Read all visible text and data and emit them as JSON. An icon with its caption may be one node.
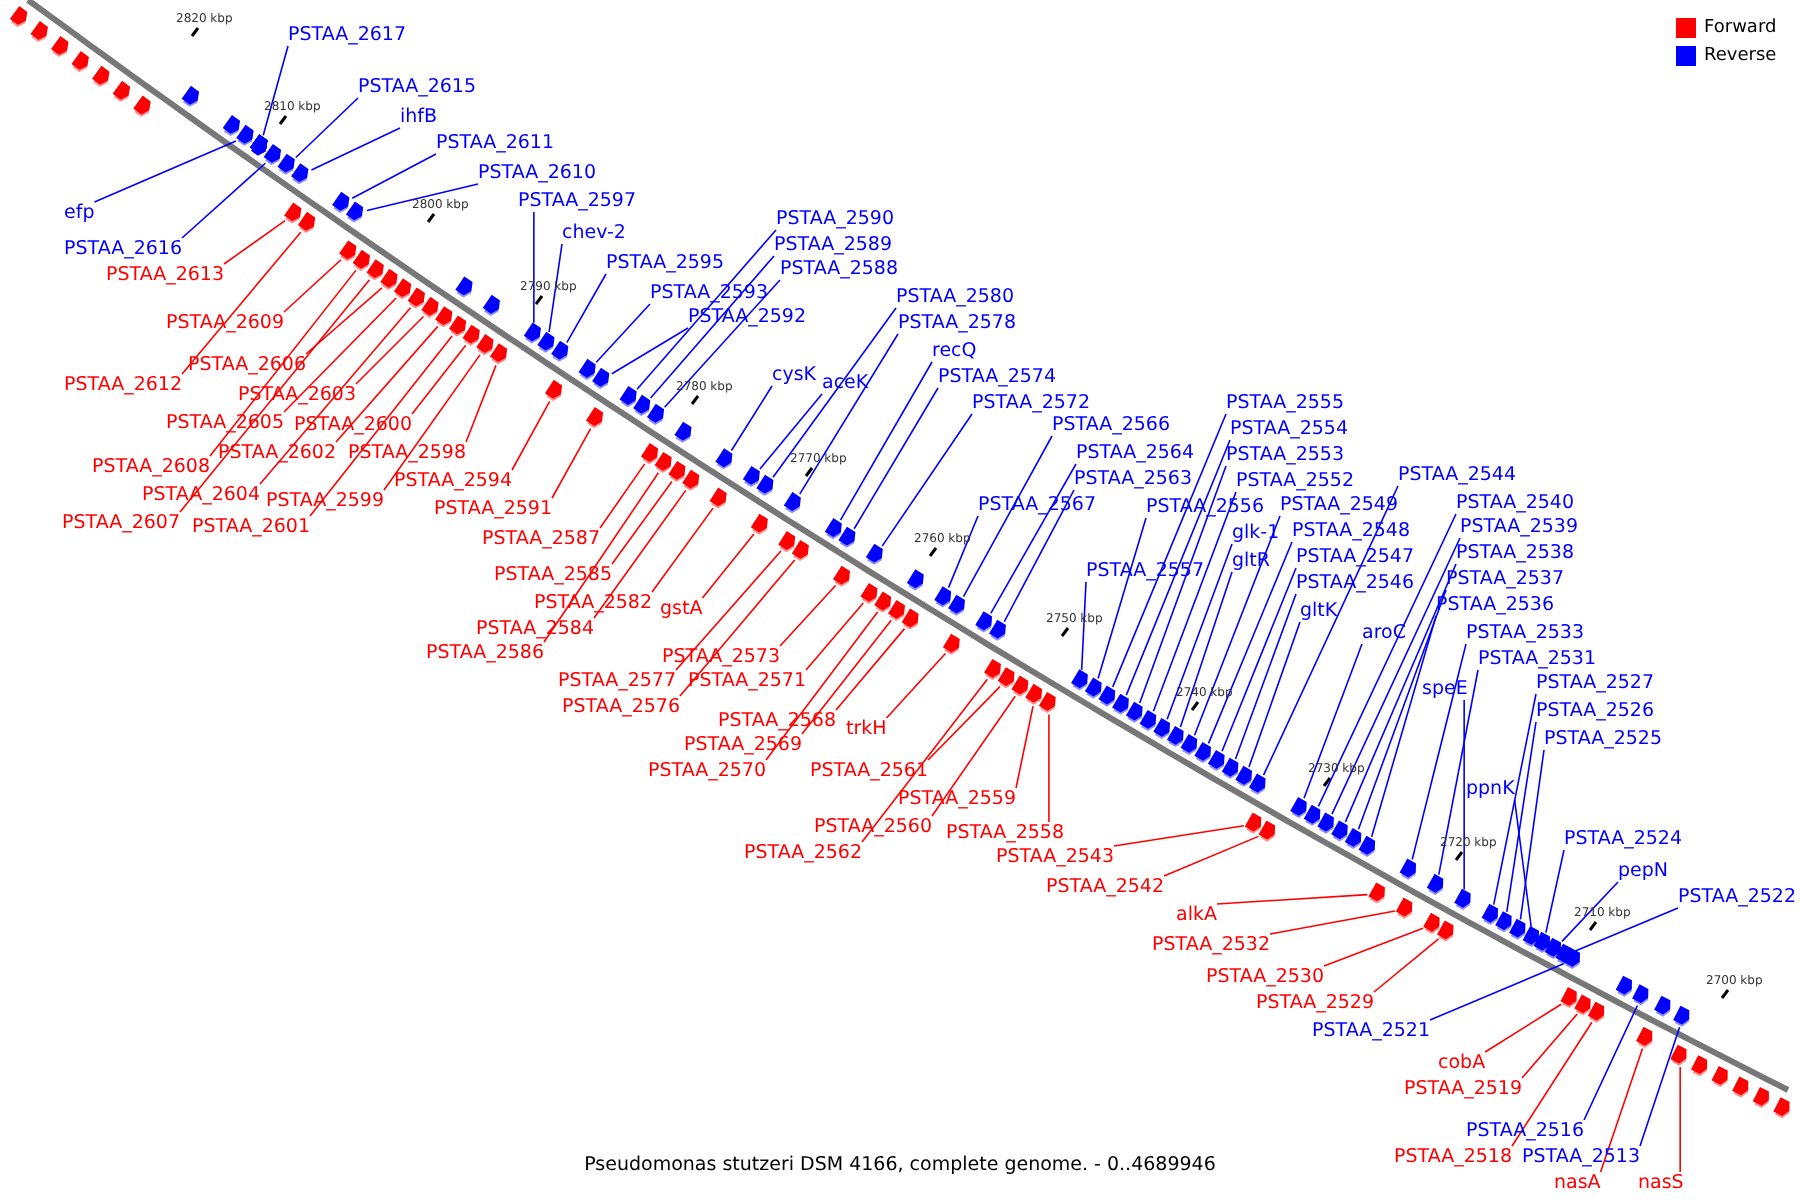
{
  "diagram": {
    "caption": "Pseudomonas stutzeri DSM 4166, complete genome. - 0..4689946",
    "nodes": [
      {
        "text": [
          "PSTAA_2617"
        ]
      },
      {
        "text": [
          "PSTAA_2615"
        ]
      },
      {
        "text": [
          "ihfB"
        ]
      },
      {
        "text": [
          "PSTAA_2611"
        ]
      },
      {
        "text": [
          "PSTAA_2610"
        ]
      },
      {
        "text": [
          "efp"
        ]
      },
      {
        "text": [
          "PSTAA_2616"
        ]
      },
      {
        "text": [
          "PSTAA_2597"
        ]
      },
      {
        "text": [
          "chev-2"
        ]
      },
      {
        "text": [
          "PSTAA_2595"
        ]
      },
      {
        "text": [
          "PSTAA_2590"
        ]
      },
      {
        "text": [
          "PSTAA_2589"
        ]
      },
      {
        "text": [
          "PSTAA_2588"
        ]
      },
      {
        "text": [
          "PSTAA_2593"
        ]
      },
      {
        "text": [
          "PSTAA_2592"
        ]
      },
      {
        "text": [
          "PSTAA_2580"
        ]
      },
      {
        "text": [
          "PSTAA_2578"
        ]
      },
      {
        "text": [
          "cysK"
        ]
      },
      {
        "text": [
          "aceK"
        ]
      },
      {
        "text": [
          "recQ"
        ]
      },
      {
        "text": [
          "PSTAA_2574"
        ]
      },
      {
        "text": [
          "PSTAA_2572"
        ]
      },
      {
        "text": [
          "PSTAA_2566"
        ]
      },
      {
        "text": [
          "PSTAA_2564"
        ]
      },
      {
        "text": [
          "PSTAA_2563"
        ]
      },
      {
        "text": [
          "PSTAA_2567"
        ]
      },
      {
        "text": [
          "PSTAA_2555"
        ]
      },
      {
        "text": [
          "PSTAA_2554"
        ]
      },
      {
        "text": [
          "PSTAA_2553"
        ]
      },
      {
        "text": [
          "PSTAA_2552"
        ]
      },
      {
        "text": [
          "PSTAA_2556"
        ]
      },
      {
        "text": [
          "PSTAA_2557"
        ]
      },
      {
        "text": [
          "glk-1"
        ]
      },
      {
        "text": [
          "gltR"
        ]
      },
      {
        "text": [
          "PSTAA_2549"
        ]
      },
      {
        "text": [
          "PSTAA_2548"
        ]
      },
      {
        "text": [
          "PSTAA_2547"
        ]
      },
      {
        "text": [
          "PSTAA_2546"
        ]
      },
      {
        "text": [
          "gltK"
        ]
      },
      {
        "text": [
          "PSTAA_2544"
        ]
      },
      {
        "text": [
          "aroC"
        ]
      },
      {
        "text": [
          "PSTAA_2540"
        ]
      },
      {
        "text": [
          "PSTAA_2539"
        ]
      },
      {
        "text": [
          "PSTAA_2538"
        ]
      },
      {
        "text": [
          "PSTAA_2537"
        ]
      },
      {
        "text": [
          "PSTAA_2536"
        ]
      },
      {
        "text": [
          "PSTAA_2533"
        ]
      },
      {
        "text": [
          "PSTAA_2531"
        ]
      },
      {
        "text": [
          "speE"
        ]
      },
      {
        "text": [
          "PSTAA_2527"
        ]
      },
      {
        "text": [
          "PSTAA_2526"
        ]
      },
      {
        "text": [
          "PSTAA_2525"
        ]
      },
      {
        "text": [
          "ppnK"
        ]
      },
      {
        "text": [
          "PSTAA_2524"
        ]
      },
      {
        "text": [
          "pepN"
        ]
      },
      {
        "text": [
          "PSTAA_2522"
        ]
      },
      {
        "text": [
          "PSTAA_2613"
        ]
      },
      {
        "text": [
          "PSTAA_2609"
        ]
      },
      {
        "text": [
          "PSTAA_2606"
        ]
      },
      {
        "text": [
          "PSTAA_2612"
        ]
      },
      {
        "text": [
          "PSTAA_2603"
        ]
      },
      {
        "text": [
          "PSTAA_2605"
        ]
      },
      {
        "text": [
          "PSTAA_2600"
        ]
      },
      {
        "text": [
          "PSTAA_2602"
        ]
      },
      {
        "text": [
          "PSTAA_2598"
        ]
      },
      {
        "text": [
          "PSTAA_2608"
        ]
      },
      {
        "text": [
          "PSTAA_2594"
        ]
      },
      {
        "text": [
          "PSTAA_2604"
        ]
      },
      {
        "text": [
          "PSTAA_2599"
        ]
      },
      {
        "text": [
          "PSTAA_2591"
        ]
      },
      {
        "text": [
          "PSTAA_2607"
        ]
      },
      {
        "text": [
          "PSTAA_2601"
        ]
      },
      {
        "text": [
          "PSTAA_2587"
        ]
      },
      {
        "text": [
          "PSTAA_2585"
        ]
      },
      {
        "text": [
          "PSTAA_2582"
        ]
      },
      {
        "text": [
          "gstA"
        ]
      },
      {
        "text": [
          "PSTAA_2584"
        ]
      },
      {
        "text": [
          "PSTAA_2586"
        ]
      },
      {
        "text": [
          "PSTAA_2573"
        ]
      },
      {
        "text": [
          "PSTAA_2577"
        ]
      },
      {
        "text": [
          "PSTAA_2571"
        ]
      },
      {
        "text": [
          "PSTAA_2576"
        ]
      },
      {
        "text": [
          "PSTAA_2568"
        ]
      },
      {
        "text": [
          "trkH"
        ]
      },
      {
        "text": [
          "PSTAA_2569"
        ]
      },
      {
        "text": [
          "PSTAA_2570"
        ]
      },
      {
        "text": [
          "PSTAA_2561"
        ]
      },
      {
        "text": [
          "PSTAA_2559"
        ]
      },
      {
        "text": [
          "PSTAA_2560"
        ]
      },
      {
        "text": [
          "PSTAA_2558"
        ]
      },
      {
        "text": [
          "PSTAA_2562"
        ]
      },
      {
        "text": [
          "PSTAA_2543"
        ]
      },
      {
        "text": [
          "PSTAA_2542"
        ]
      },
      {
        "text": [
          "alkA"
        ]
      },
      {
        "text": [
          "PSTAA_2532"
        ]
      },
      {
        "text": [
          "PSTAA_2530"
        ]
      },
      {
        "text": [
          "PSTAA_2529"
        ]
      },
      {
        "text": [
          "PSTAA_2521"
        ]
      },
      {
        "text": [
          "cobA"
        ]
      },
      {
        "text": [
          "PSTAA_2519"
        ]
      },
      {
        "text": [
          "PSTAA_2516"
        ]
      },
      {
        "text": [
          "PSTAA_2518"
        ]
      },
      {
        "text": [
          "PSTAA_2513"
        ]
      },
      {
        "text": [
          "nasA"
        ]
      },
      {
        "text": [
          "nasS"
        ]
      },
      {
        "text": [],
        "shape": "pentagon"
      },
      {
        "text": [],
        "shape": "pentagon"
      },
      {
        "text": [],
        "shape": "pentagon"
      },
      {
        "text": [],
        "shape": "pentagon"
      },
      {
        "text": [],
        "shape": "pentagon"
      },
      {
        "text": [],
        "shape": "pentagon"
      },
      {
        "text": [],
        "shape": "pentagon"
      },
      {
        "text": [],
        "shape": "pentagon"
      },
      {
        "text": [],
        "shape": "pentagon"
      },
      {
        "text": [],
        "shape": "pentagon"
      },
      {
        "text": [],
        "shape": "pentagon"
      },
      {
        "text": [],
        "shape": "pentagon"
      },
      {
        "text": [],
        "shape": "pentagon"
      },
      {
        "text": [],
        "shape": "pentagon"
      },
      {
        "text": [],
        "shape": "pentagon"
      },
      {
        "text": [],
        "shape": "pentagon"
      },
      {
        "text": [],
        "shape": "pentagon"
      },
      {
        "text": [],
        "shape": "pentagon"
      },
      {
        "text": [],
        "shape": "pentagon"
      },
      {
        "text": [],
        "shape": "pentagon"
      },
      {
        "text": [],
        "shape": "pentagon"
      },
      {
        "text": [],
        "shape": "pentagon"
      },
      {
        "text": [],
        "shape": "pentagon"
      },
      {
        "text": [],
        "shape": "pentagon"
      },
      {
        "text": [],
        "shape": "pentagon"
      },
      {
        "text": [],
        "shape": "pentagon"
      },
      {
        "text": [],
        "shape": "pentagon"
      },
      {
        "text": [],
        "shape": "pentagon"
      },
      {
        "text": [],
        "shape": "pentagon"
      },
      {
        "text": [],
        "shape": "pentagon"
      },
      {
        "text": [],
        "shape": "pentagon"
      },
      {
        "text": [],
        "shape": "pentagon"
      },
      {
        "text": [],
        "shape": "pentagon"
      },
      {
        "text": [],
        "shape": "pentagon"
      },
      {
        "text": [],
        "shape": "pentagon"
      },
      {
        "text": [],
        "shape": "pentagon"
      },
      {
        "text": [],
        "shape": "pentagon"
      },
      {
        "text": [],
        "shape": "pentagon"
      },
      {
        "text": [],
        "shape": "pentagon"
      },
      {
        "text": [],
        "shape": "pentagon"
      },
      {
        "text": [],
        "shape": "pentagon"
      },
      {
        "text": [],
        "shape": "pentagon"
      },
      {
        "text": [],
        "shape": "pentagon"
      },
      {
        "text": [],
        "shape": "pentagon"
      },
      {
        "text": [],
        "shape": "pentagon"
      },
      {
        "text": [],
        "shape": "pentagon"
      },
      {
        "text": [],
        "shape": "pentagon"
      },
      {
        "text": [],
        "shape": "pentagon"
      },
      {
        "text": [],
        "shape": "pentagon"
      },
      {
        "text": [],
        "shape": "pentagon"
      },
      {
        "text": [],
        "shape": "pentagon"
      },
      {
        "text": [],
        "shape": "pentagon"
      },
      {
        "text": [],
        "shape": "pentagon"
      },
      {
        "text": [],
        "shape": "pentagon"
      },
      {
        "text": [],
        "shape": "pentagon"
      },
      {
        "text": [],
        "shape": "pentagon"
      },
      {
        "text": [],
        "shape": "pentagon"
      },
      {
        "text": [],
        "shape": "pentagon"
      },
      {
        "text": [],
        "shape": "pentagon"
      },
      {
        "text": [],
        "shape": "pentagon"
      },
      {
        "text": [],
        "shape": "pentagon"
      },
      {
        "text": [],
        "shape": "pentagon"
      },
      {
        "text": [],
        "shape": "pentagon"
      },
      {
        "text": [],
        "shape": "pentagon"
      },
      {
        "text": [],
        "shape": "pentagon"
      },
      {
        "text": [],
        "shape": "pentagon"
      },
      {
        "text": [],
        "shape": "pentagon"
      },
      {
        "text": [],
        "shape": "pentagon"
      },
      {
        "text": [],
        "shape": "pentagon"
      },
      {
        "text": [],
        "shape": "pentagon"
      },
      {
        "text": [],
        "shape": "pentagon"
      },
      {
        "text": [],
        "shape": "pentagon"
      },
      {
        "text": [],
        "shape": "pentagon"
      },
      {
        "text": [],
        "shape": "pentagon"
      },
      {
        "text": [],
        "shape": "pentagon"
      },
      {
        "text": [],
        "shape": "pentagon"
      },
      {
        "text": [],
        "shape": "pentagon"
      },
      {
        "text": [],
        "shape": "pentagon"
      },
      {
        "text": [],
        "shape": "pentagon"
      },
      {
        "text": [],
        "shape": "pentagon"
      },
      {
        "text": [],
        "shape": "pentagon"
      },
      {
        "text": [],
        "shape": "pentagon"
      },
      {
        "text": [],
        "shape": "pentagon"
      },
      {
        "text": [],
        "shape": "pentagon"
      },
      {
        "text": [],
        "shape": "pentagon"
      },
      {
        "text": [],
        "shape": "pentagon"
      },
      {
        "text": [],
        "shape": "pentagon"
      },
      {
        "text": [],
        "shape": "pentagon"
      },
      {
        "text": [],
        "shape": "pentagon"
      },
      {
        "text": [],
        "shape": "pentagon"
      },
      {
        "text": [],
        "shape": "pentagon"
      },
      {
        "text": [],
        "shape": "pentagon"
      },
      {
        "text": [],
        "shape": "pentagon"
      },
      {
        "text": [],
        "shape": "pentagon"
      },
      {
        "text": [],
        "shape": "pentagon"
      },
      {
        "text": [],
        "shape": "pentagon"
      },
      {
        "text": [],
        "shape": "pentagon"
      },
      {
        "text": [],
        "shape": "pentagon"
      },
      {
        "text": [],
        "shape": "pentagon"
      },
      {
        "text": [],
        "shape": "pentagon"
      },
      {
        "text": [],
        "shape": "pentagon"
      },
      {
        "text": [],
        "shape": "pentagon"
      },
      {
        "text": [],
        "shape": "pentagon"
      },
      {
        "text": [],
        "shape": "pentagon"
      },
      {
        "text": [],
        "shape": "pentagon"
      },
      {
        "text": [],
        "shape": "pentagon"
      },
      {
        "text": [],
        "shape": "pentagon"
      },
      {
        "text": [],
        "shape": "pentagon"
      },
      {
        "text": [],
        "shape": "pentagon"
      },
      {
        "text": [],
        "shape": "pentagon"
      },
      {
        "text": [],
        "shape": "pentagon"
      },
      {
        "text": [],
        "shape": "pentagon"
      },
      {
        "text": [],
        "shape": "pentagon"
      },
      {
        "text": [],
        "shape": "pentagon"
      },
      {
        "text": [],
        "shape": "pentagon"
      },
      {
        "text": [],
        "shape": "pentagon"
      },
      {
        "text": [],
        "shape": "pentagon"
      },
      {
        "text": [],
        "shape": "pentagon"
      },
      {
        "text": [],
        "shape": "pentagon"
      },
      {
        "text": [],
        "shape": "pentagon"
      },
      {
        "text": [],
        "shape": "pentagon"
      },
      {
        "text": [],
        "shape": "pentagon"
      },
      {
        "text": [],
        "shape": "pentagon"
      },
      {
        "text": [],
        "shape": "pentagon"
      },
      {
        "text": [],
        "shape": "pentagon"
      },
      {
        "text": [],
        "shape": "pentagon"
      },
      {
        "text": [],
        "shape": "pentagon"
      },
      {
        "text": [],
        "shape": "pentagon"
      },
      {
        "text": [],
        "shape": "pentagon"
      },
      {
        "text": [],
        "shape": "pentagon"
      }
    ],
    "edges": [
      {
        "from": 0,
        "to": 105,
        "arrow": "none"
      },
      {
        "from": 1,
        "to": 106,
        "arrow": "none"
      },
      {
        "from": 2,
        "to": 107,
        "arrow": "none"
      },
      {
        "from": 3,
        "to": 108,
        "arrow": "none"
      },
      {
        "from": 4,
        "to": 109,
        "arrow": "none"
      },
      {
        "from": 5,
        "to": 110,
        "arrow": "none"
      },
      {
        "from": 6,
        "to": 111,
        "arrow": "none"
      },
      {
        "from": 7,
        "to": 112,
        "arrow": "none"
      },
      {
        "from": 8,
        "to": 113,
        "arrow": "none"
      },
      {
        "from": 9,
        "to": 114,
        "arrow": "none"
      },
      {
        "from": 10,
        "to": 115,
        "arrow": "none"
      },
      {
        "from": 11,
        "to": 116,
        "arrow": "none"
      },
      {
        "from": 12,
        "to": 117,
        "arrow": "none"
      },
      {
        "from": 13,
        "to": 118,
        "arrow": "none"
      },
      {
        "from": 14,
        "to": 119,
        "arrow": "none"
      },
      {
        "from": 15,
        "to": 120,
        "arrow": "none"
      },
      {
        "from": 16,
        "to": 121,
        "arrow": "none"
      },
      {
        "from": 17,
        "to": 122,
        "arrow": "none"
      },
      {
        "from": 18,
        "to": 123,
        "arrow": "none"
      },
      {
        "from": 19,
        "to": 124,
        "arrow": "none"
      },
      {
        "from": 20,
        "to": 125,
        "arrow": "none"
      },
      {
        "from": 21,
        "to": 126,
        "arrow": "none"
      },
      {
        "from": 22,
        "to": 127,
        "arrow": "none"
      },
      {
        "from": 23,
        "to": 128,
        "arrow": "none"
      },
      {
        "from": 24,
        "to": 129,
        "arrow": "none"
      },
      {
        "from": 25,
        "to": 130,
        "arrow": "none"
      },
      {
        "from": 26,
        "to": 131,
        "arrow": "none"
      },
      {
        "from": 27,
        "to": 132,
        "arrow": "none"
      },
      {
        "from": 28,
        "to": 133,
        "arrow": "none"
      },
      {
        "from": 29,
        "to": 134,
        "arrow": "none"
      },
      {
        "from": 30,
        "to": 135,
        "arrow": "none"
      },
      {
        "from": 31,
        "to": 136,
        "arrow": "none"
      },
      {
        "from": 32,
        "to": 137,
        "arrow": "none"
      },
      {
        "from": 33,
        "to": 138,
        "arrow": "none"
      },
      {
        "from": 34,
        "to": 139,
        "arrow": "none"
      },
      {
        "from": 35,
        "to": 140,
        "arrow": "none"
      },
      {
        "from": 36,
        "to": 141,
        "arrow": "none"
      },
      {
        "from": 37,
        "to": 142,
        "arrow": "none"
      },
      {
        "from": 38,
        "to": 143,
        "arrow": "none"
      },
      {
        "from": 39,
        "to": 144,
        "arrow": "none"
      },
      {
        "from": 40,
        "to": 145,
        "arrow": "none"
      },
      {
        "from": 41,
        "to": 146,
        "arrow": "none"
      },
      {
        "from": 42,
        "to": 147,
        "arrow": "none"
      },
      {
        "from": 43,
        "to": 148,
        "arrow": "none"
      },
      {
        "from": 44,
        "to": 149,
        "arrow": "none"
      },
      {
        "from": 45,
        "to": 150,
        "arrow": "none"
      },
      {
        "from": 46,
        "to": 151,
        "arrow": "none"
      },
      {
        "from": 47,
        "to": 152,
        "arrow": "none"
      },
      {
        "from": 48,
        "to": 153,
        "arrow": "none"
      },
      {
        "from": 49,
        "to": 154,
        "arrow": "none"
      },
      {
        "from": 50,
        "to": 155,
        "arrow": "none"
      },
      {
        "from": 51,
        "to": 156,
        "arrow": "none"
      },
      {
        "from": 52,
        "to": 157,
        "arrow": "none"
      },
      {
        "from": 53,
        "to": 158,
        "arrow": "none"
      },
      {
        "from": 54,
        "to": 159,
        "arrow": "none"
      },
      {
        "from": 55,
        "to": 160,
        "arrow": "none"
      },
      {
        "from": 56,
        "to": 161,
        "arrow": "none",
        "color": "#ff0000"
      },
      {
        "from": 57,
        "to": 162,
        "arrow": "none",
        "color": "#ff0000"
      },
      {
        "from": 58,
        "to": 163,
        "arrow": "none",
        "color": "#ff0000"
      },
      {
        "from": 59,
        "to": 164,
        "arrow": "none",
        "color": "#ff0000"
      },
      {
        "from": 60,
        "to": 165,
        "arrow": "none",
        "color": "#ff0000"
      },
      {
        "from": 61,
        "to": 166,
        "arrow": "none",
        "color": "#ff0000"
      },
      {
        "from": 62,
        "to": 167,
        "arrow": "none",
        "color": "#ff0000"
      },
      {
        "from": 63,
        "to": 168,
        "arrow": "none",
        "color": "#ff0000"
      },
      {
        "from": 64,
        "to": 169,
        "arrow": "none",
        "color": "#ff0000"
      },
      {
        "from": 65,
        "to": 170,
        "arrow": "none",
        "color": "#ff0000"
      },
      {
        "from": 66,
        "to": 171,
        "arrow": "none",
        "color": "#ff0000"
      },
      {
        "from": 67,
        "to": 172,
        "arrow": "none",
        "color": "#ff0000"
      },
      {
        "from": 68,
        "to": 173,
        "arrow": "none",
        "color": "#ff0000"
      },
      {
        "from": 69,
        "to": 174,
        "arrow": "none",
        "color": "#ff0000"
      },
      {
        "from": 70,
        "to": 175,
        "arrow": "none",
        "color": "#ff0000"
      },
      {
        "from": 71,
        "to": 176,
        "arrow": "none",
        "color": "#ff0000"
      },
      {
        "from": 72,
        "to": 177,
        "arrow": "none",
        "color": "#ff0000"
      },
      {
        "from": 73,
        "to": 178,
        "arrow": "none",
        "color": "#ff0000"
      },
      {
        "from": 74,
        "to": 179,
        "arrow": "none",
        "color": "#ff0000"
      },
      {
        "from": 75,
        "to": 180,
        "arrow": "none",
        "color": "#ff0000"
      },
      {
        "from": 76,
        "to": 181,
        "arrow": "none",
        "color": "#ff0000"
      },
      {
        "from": 77,
        "to": 182,
        "arrow": "none",
        "color": "#ff0000"
      },
      {
        "from": 78,
        "to": 183,
        "arrow": "none",
        "color": "#ff0000"
      },
      {
        "from": 79,
        "to": 184,
        "arrow": "none",
        "color": "#ff0000"
      },
      {
        "from": 80,
        "to": 185,
        "arrow": "none",
        "color": "#ff0000"
      },
      {
        "from": 81,
        "to": 186,
        "arrow": "none",
        "color": "#ff0000"
      },
      {
        "from": 82,
        "to": 187,
        "arrow": "none",
        "color": "#ff0000"
      },
      {
        "from": 83,
        "to": 188,
        "arrow": "none",
        "color": "#ff0000"
      },
      {
        "from": 84,
        "to": 189,
        "arrow": "none",
        "color": "#ff0000"
      },
      {
        "from": 85,
        "to": 190,
        "arrow": "none",
        "color": "#ff0000"
      },
      {
        "from": 86,
        "to": 191,
        "arrow": "none",
        "color": "#ff0000"
      },
      {
        "from": 87,
        "to": 192,
        "arrow": "none",
        "color": "#ff0000"
      },
      {
        "from": 88,
        "to": 193,
        "arrow": "none",
        "color": "#ff0000"
      },
      {
        "from": 89,
        "to": 194,
        "arrow": "none",
        "color": "#ff0000"
      },
      {
        "from": 90,
        "to": 195,
        "arrow": "none",
        "color": "#ff0000"
      },
      {
        "from": 91,
        "to": 196,
        "arrow": "none",
        "color": "#ff0000"
      },
      {
        "from": 92,
        "to": 197,
        "arrow": "none",
        "color": "#ff0000"
      },
      {
        "from": 93,
        "to": 198,
        "arrow": "none",
        "color": "#ff0000"
      },
      {
        "from": 94,
        "to": 199,
        "arrow": "none",
        "color": "#ff0000"
      },
      {
        "from": 95,
        "to": 200,
        "arrow": "none",
        "color": "#ff0000"
      },
      {
        "from": 96,
        "to": 201,
        "arrow": "none",
        "color": "#ff0000"
      },
      {
        "from": 97,
        "to": 202,
        "arrow": "none"
      },
      {
        "from": 98,
        "to": 203,
        "arrow": "none",
        "color": "#ff0000"
      },
      {
        "from": 99,
        "to": 204,
        "arrow": "none",
        "color": "#ff0000"
      },
      {
        "from": 100,
        "to": 205,
        "arrow": "none"
      },
      {
        "from": 101,
        "to": 206,
        "arrow": "none",
        "color": "#ff0000"
      },
      {
        "from": 102,
        "to": 207,
        "arrow": "none"
      },
      {
        "from": 103,
        "to": 208,
        "arrow": "none",
        "color": "#ff0000"
      },
      {
        "from": 104,
        "to": 209,
        "arrow": "none",
        "color": "#ff0000"
      }
    ],
    "labels": [
      "2820 kbp",
      "2810 kbp",
      "2800 kbp",
      "2790 kbp",
      "2780 kbp",
      "2770 kbp",
      "2760 kbp",
      "2750 kbp",
      "2740 kbp",
      "2730 kbp",
      "2720 kbp",
      "2710 kbp",
      "2700 kbp"
    ],
    "legend": [
      {
        "text": "Forward",
        "color": "#ff0000"
      },
      {
        "text": "Reverse",
        "color": "#0000ff"
      }
    ]
  }
}
